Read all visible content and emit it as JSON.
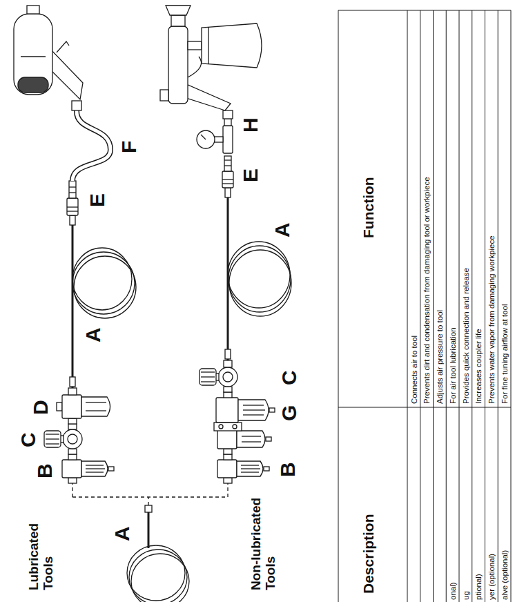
{
  "diagram": {
    "labels": [
      "Lubricated Tools",
      "Non-lubricated Tools",
      "A",
      "B",
      "C",
      "D",
      "A",
      "E",
      "F",
      "B",
      "G",
      "C",
      "A",
      "E",
      "H",
      "Description",
      "Function",
      "Connects air to tool",
      "Prevents dirt and condensation from damaging tool or workpiece",
      "Adjusts air pressure to tool",
      "onal)",
      "For air tool lubrication",
      "ug",
      "Provides quick connection and release",
      "ptional)",
      "Increases coupler life",
      "yer (optional)",
      "Prevents water vapor from damaging workpiece",
      "alve (optional)",
      "For fine tuning airflow at tool"
    ]
  }
}
